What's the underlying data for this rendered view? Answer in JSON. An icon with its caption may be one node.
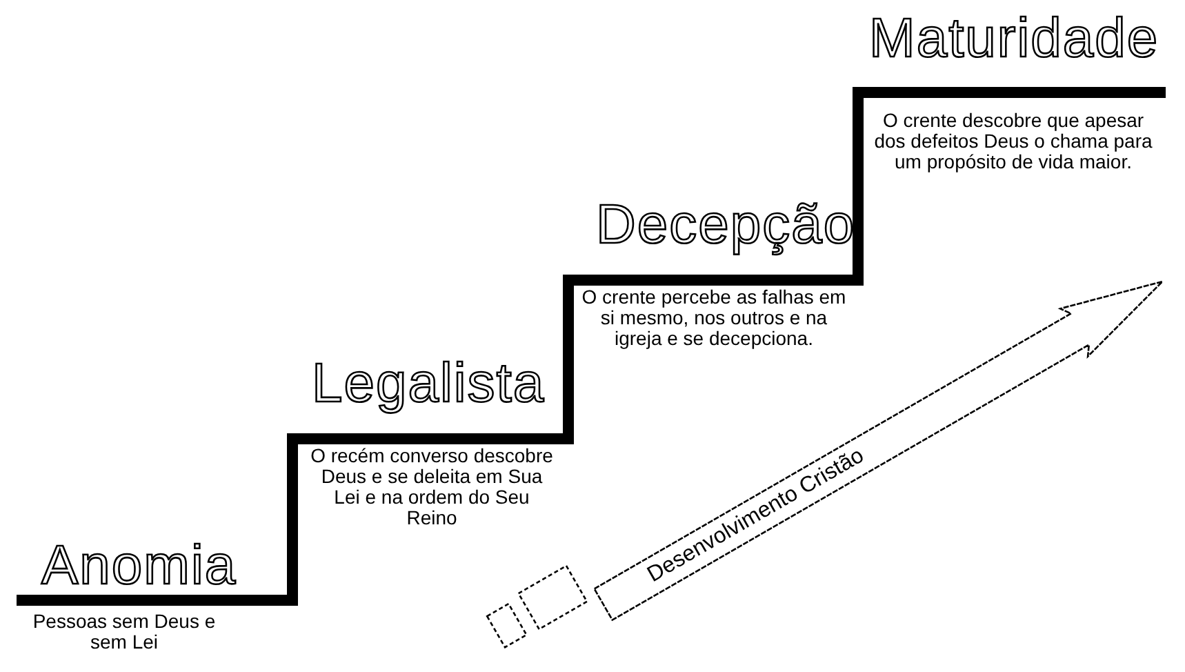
{
  "diagram": {
    "nodes": [
      {
        "text": [
          "Desenvolvimento Cristão"
        ]
      }
    ],
    "labels": [
      "Maturidade",
      "O crente descobre que apesar dos defeitos Deus o chama para um propósito de vida maior.",
      "Decepção",
      "O crente percebe as falhas em si mesmo, nos outros e na igreja e se decepciona.",
      "Legalista",
      "O recém converso descobre Deus e se deleita em Sua Lei e na ordem do Seu Reino",
      "Anomia",
      "Pessoas sem Deus e sem Lei"
    ]
  }
}
